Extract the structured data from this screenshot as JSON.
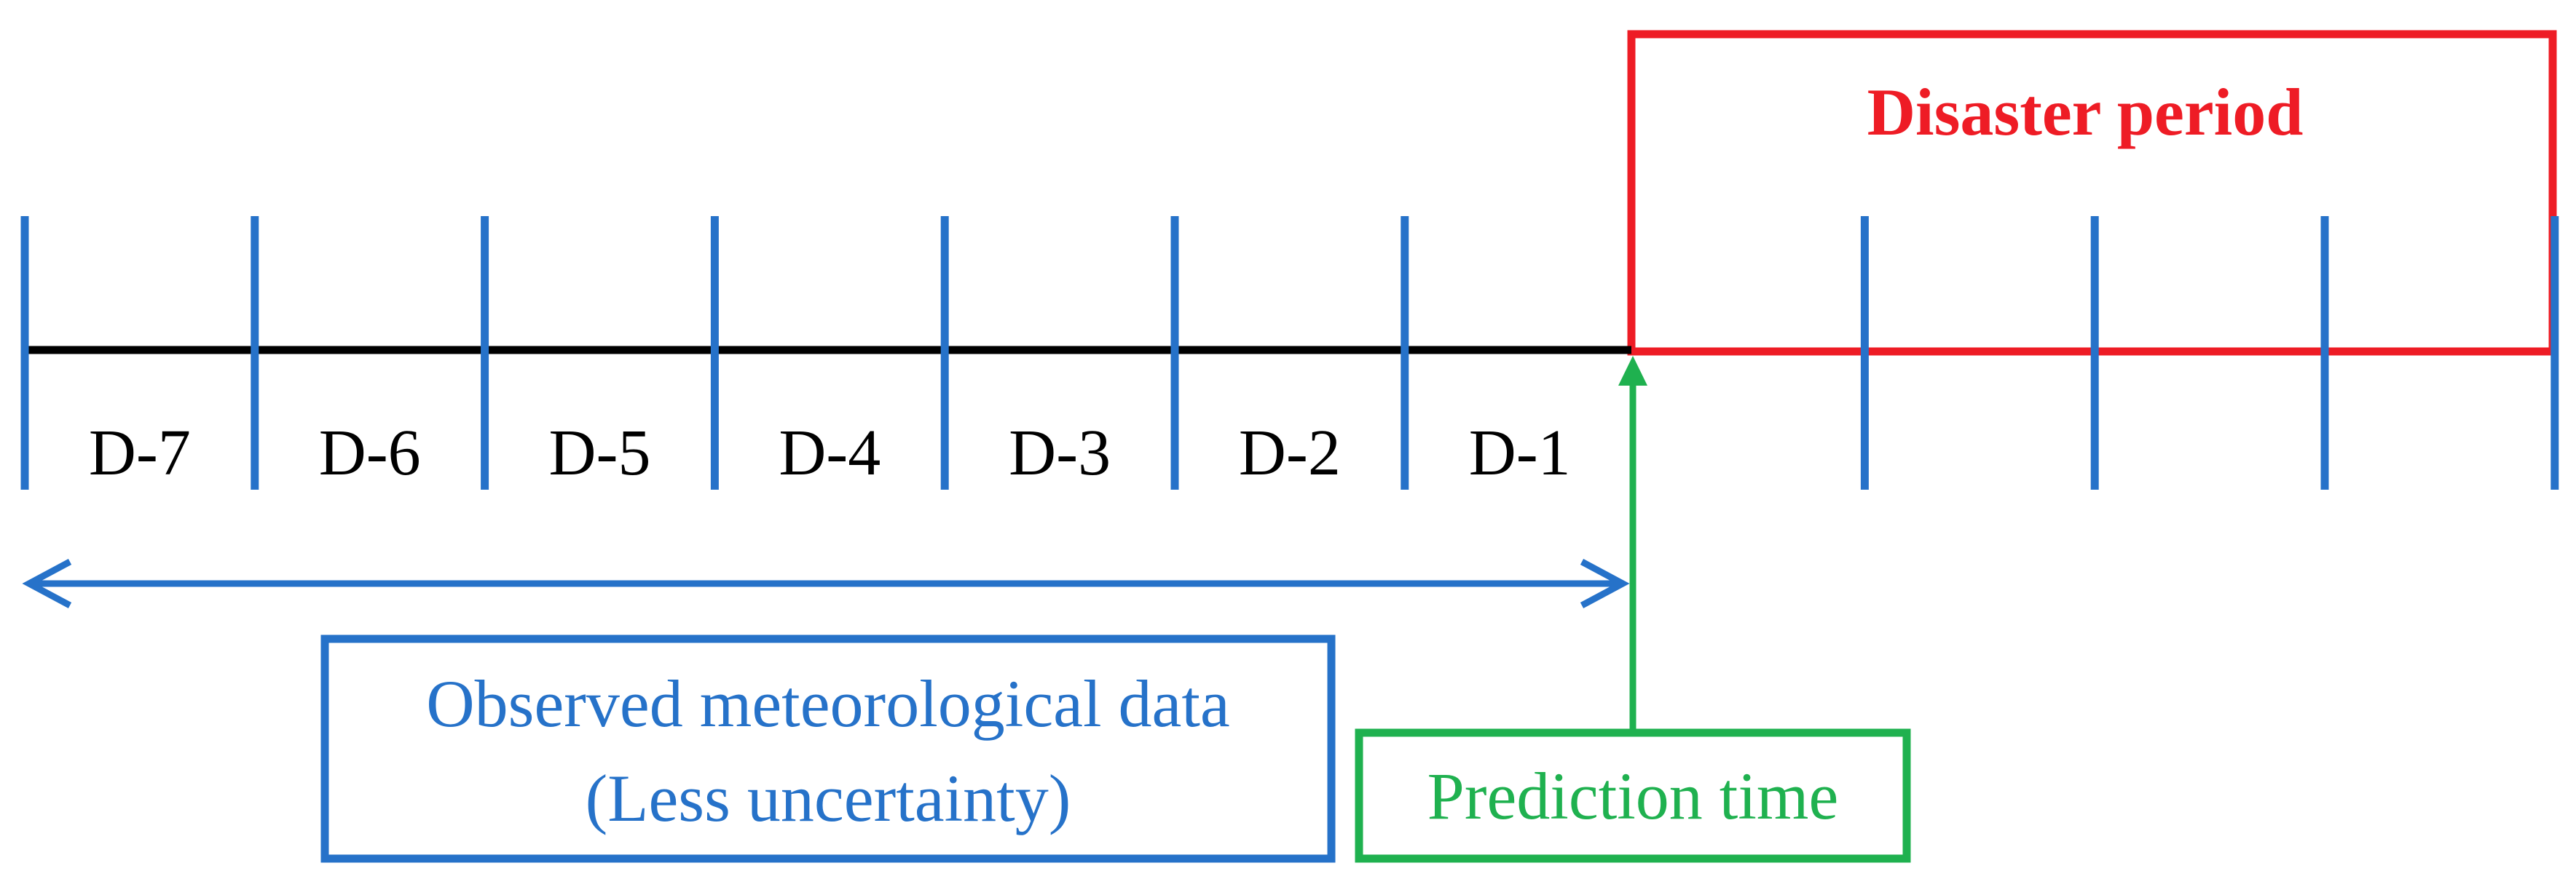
{
  "colors": {
    "blue": "#2672c9",
    "red": "#ee1c25",
    "green": "#1fb14f",
    "black": "#000000"
  },
  "timeline": {
    "day_labels": [
      "D-7",
      "D-6",
      "D-5",
      "D-4",
      "D-3",
      "D-2",
      "D-1"
    ],
    "tick_count": 12
  },
  "disaster_box": {
    "label": "Disaster period"
  },
  "observed_box": {
    "line1": "Observed meteorological data",
    "line2": "(Less uncertainty)"
  },
  "prediction_box": {
    "label": "Prediction time"
  }
}
